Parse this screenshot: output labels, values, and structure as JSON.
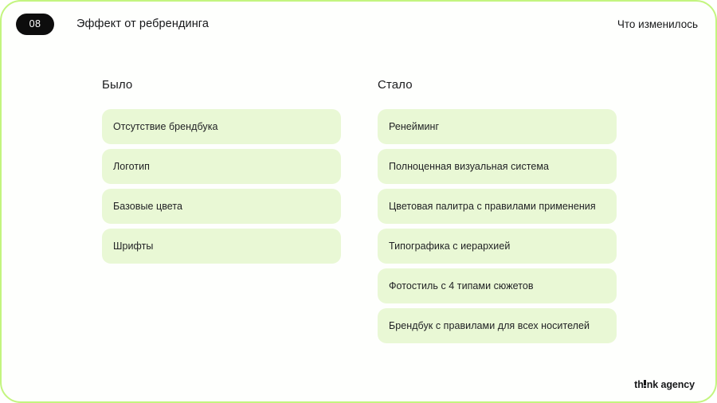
{
  "theme": {
    "frame_border_color": "#c3f57f",
    "background_color": "#fefffd",
    "badge_background_color": "#0d0d0d",
    "badge_text_color": "#ffffff",
    "pill_background_color": "#e9f8d5",
    "text_color": "#17181a"
  },
  "header": {
    "badge_number": "08",
    "title": "Эффект от ребрендинга",
    "right_label": "Что изменилось"
  },
  "columns": [
    {
      "heading": "Было",
      "items": [
        "Отсутствие брендбука",
        "Логотип",
        "Базовые цвета",
        "Шрифты"
      ]
    },
    {
      "heading": "Стало",
      "items": [
        "Ренейминг",
        "Полноценная визуальная система",
        "Цветовая палитра с правилами применения",
        "Типографика с иерархией",
        "Фотостиль с 4 типами сюжетов",
        "Брендбук с правилами для всех носителей"
      ]
    }
  ],
  "footer": {
    "logo_before_i": "th",
    "logo_after_i": "nk agency",
    "logo_full": "think agency"
  }
}
